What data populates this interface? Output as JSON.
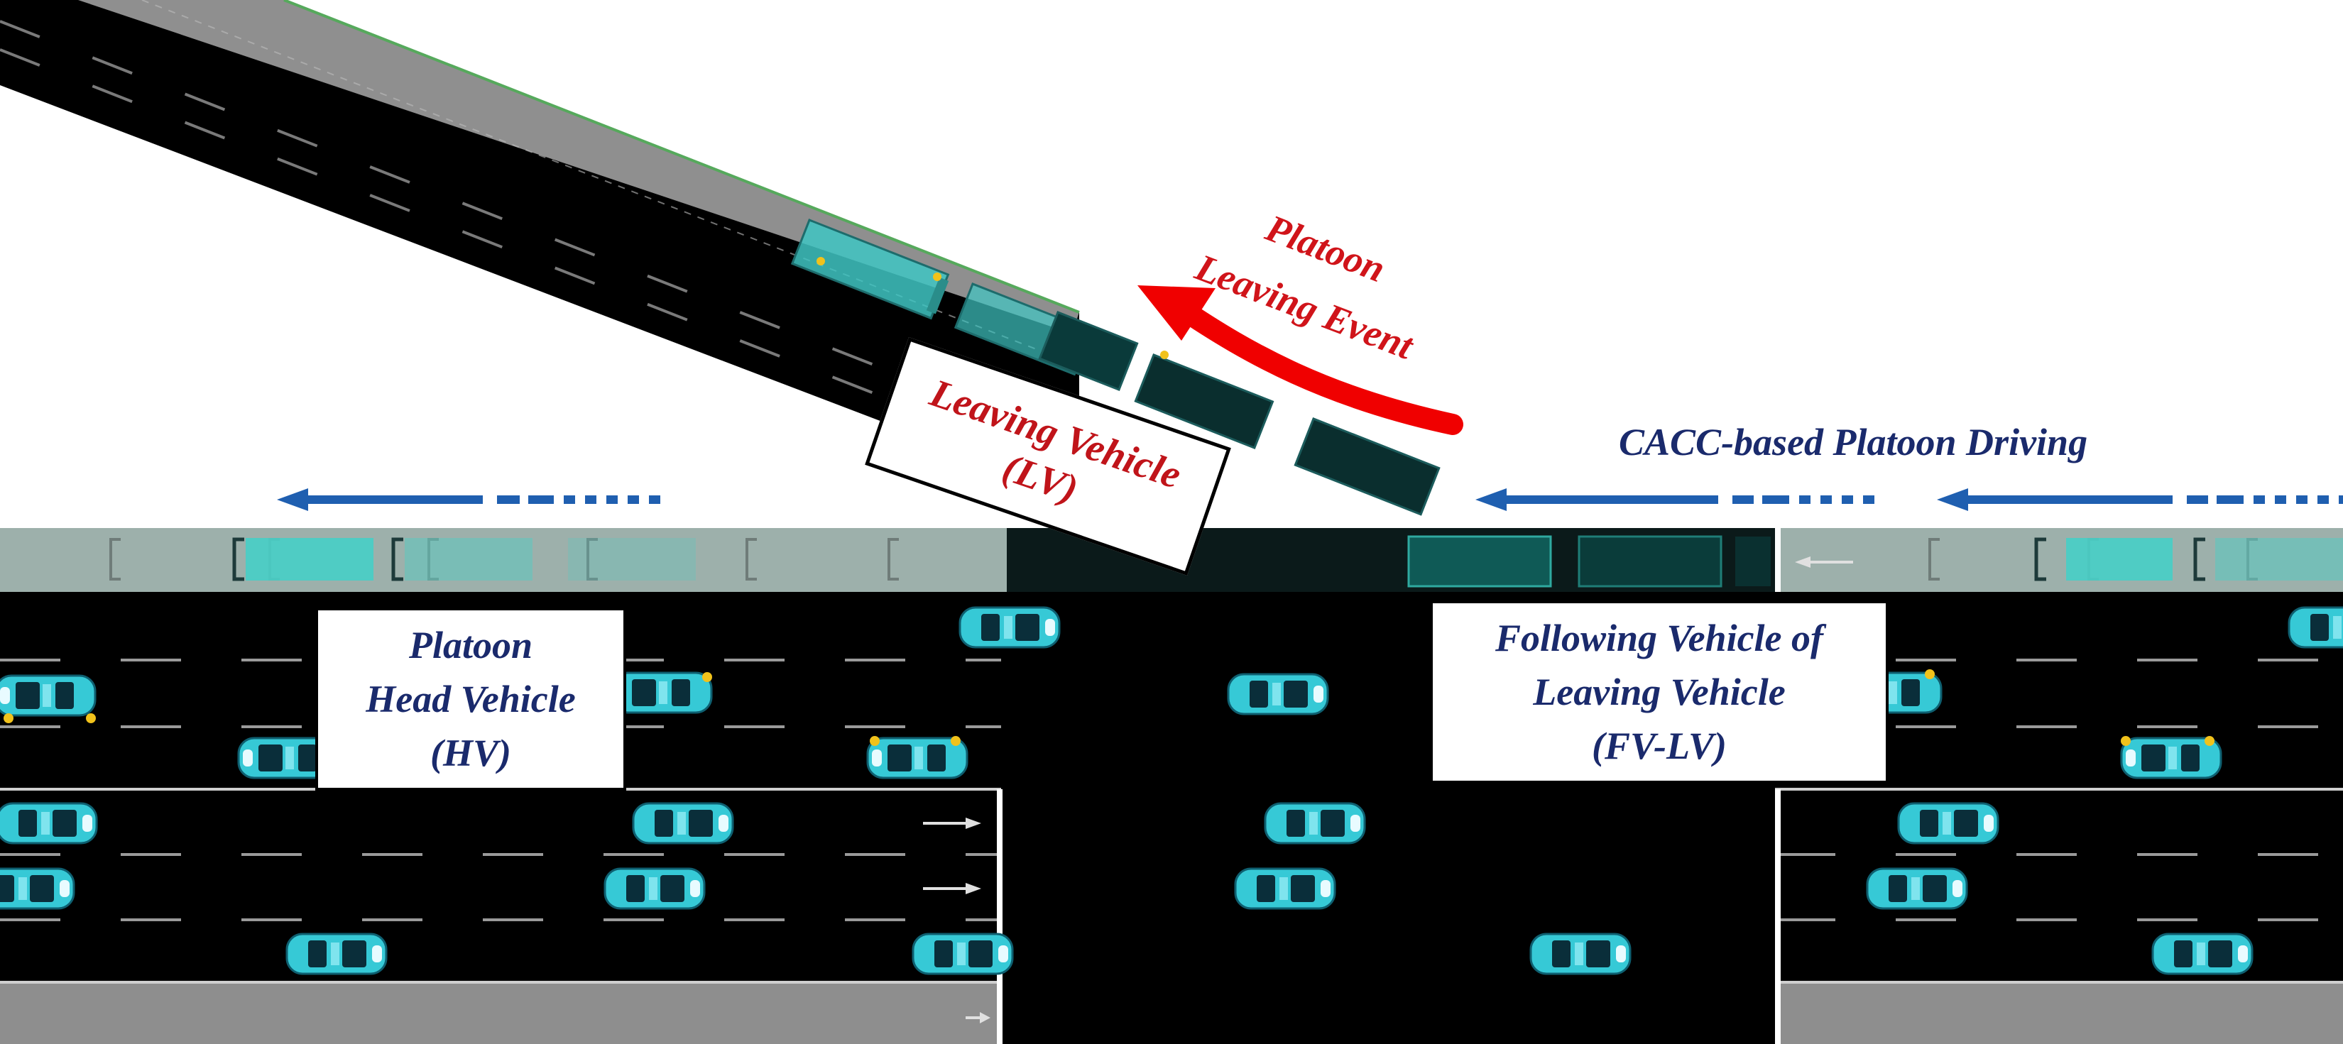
{
  "labels": {
    "leaving_event_line1": "Platoon",
    "leaving_event_line2": "Leaving Event",
    "cacc": "CACC-based Platoon Driving",
    "lv_line1": "Leaving Vehicle",
    "lv_line2": "(LV)",
    "hv_line1": "Platoon",
    "hv_line2": "Head Vehicle",
    "hv_line3": "(HV)",
    "fv_line1": "Following Vehicle of",
    "fv_line2": "Leaving Vehicle",
    "fv_line3": "(FV-LV)"
  },
  "colors": {
    "road": "#000000",
    "shoulder": "#8e8e8e",
    "platoon_lane": "#9fb3ad",
    "vehicle": "#33c6d3",
    "event_text": "#c0141a",
    "event_arrow": "#f00000",
    "flow_arrow": "#1f5fb0",
    "label_text": "#1a2a6c"
  },
  "icons": {
    "leaving_arrow": "curved-arrow-left-icon",
    "flow_arrow": "dashed-arrow-left-icon"
  }
}
